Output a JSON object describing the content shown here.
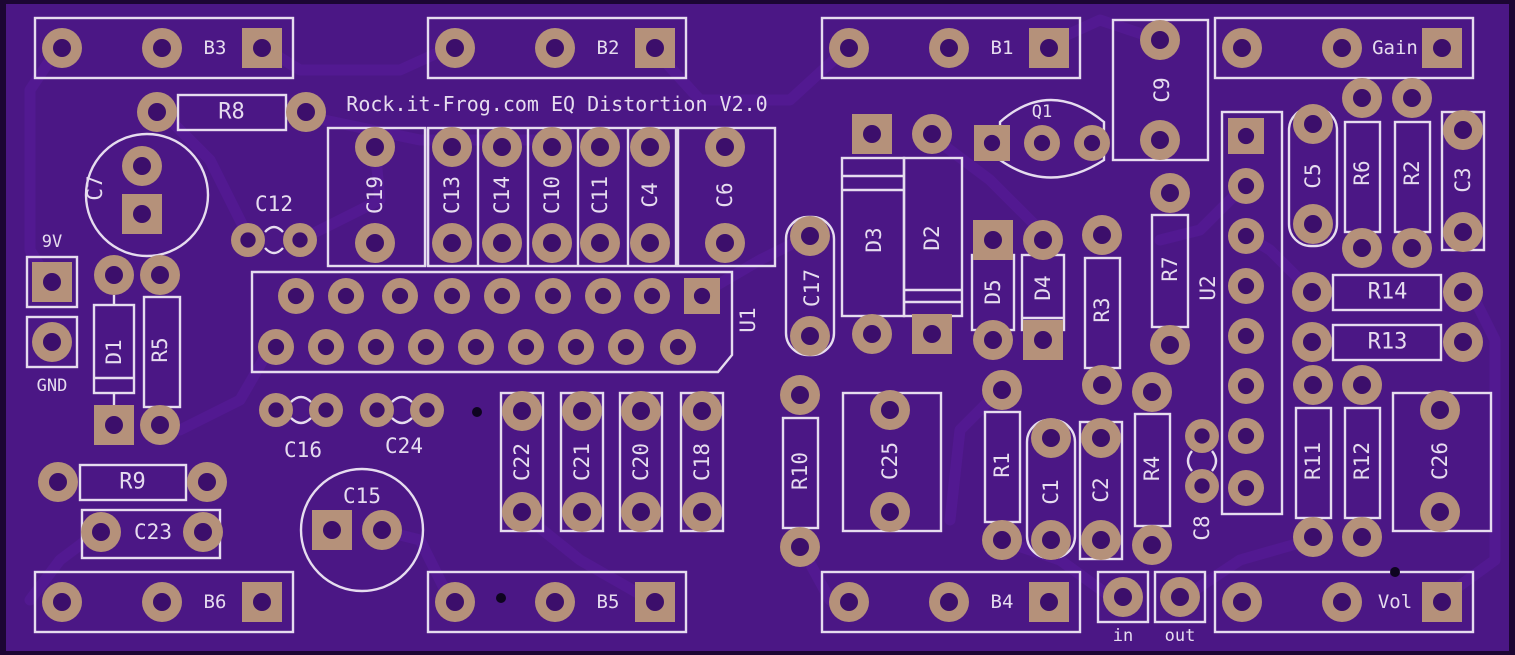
{
  "board": {
    "title": "Rock.it-Frog.com EQ Distortion V2.0",
    "colors": {
      "substrate": "#4b1785",
      "edge": "#1c0633",
      "silkscreen": "#e6dcef",
      "pad_copper": "#b5917a",
      "trace_tint": "#5a1c9a"
    }
  },
  "labels": {
    "pots": [
      "B3",
      "B2",
      "B1",
      "Gain",
      "B6",
      "B5",
      "B4",
      "Vol"
    ],
    "power": [
      "9V",
      "GND"
    ],
    "io": [
      "in",
      "out"
    ],
    "ics": [
      "U1",
      "U2"
    ],
    "transistor": "Q1",
    "diodes": [
      "D1",
      "D2",
      "D3",
      "D4",
      "D5"
    ],
    "resistors": [
      "R1",
      "R2",
      "R3",
      "R4",
      "R5",
      "R6",
      "R7",
      "R8",
      "R9",
      "R10",
      "R11",
      "R12",
      "R13",
      "R14"
    ],
    "capacitors": [
      "C1",
      "C2",
      "C3",
      "C4",
      "C5",
      "C6",
      "C7",
      "C8",
      "C9",
      "C10",
      "C11",
      "C12",
      "C13",
      "C14",
      "C15",
      "C16",
      "C17",
      "C18",
      "C19",
      "C20",
      "C21",
      "C22",
      "C23",
      "C24",
      "C25",
      "C26"
    ]
  }
}
